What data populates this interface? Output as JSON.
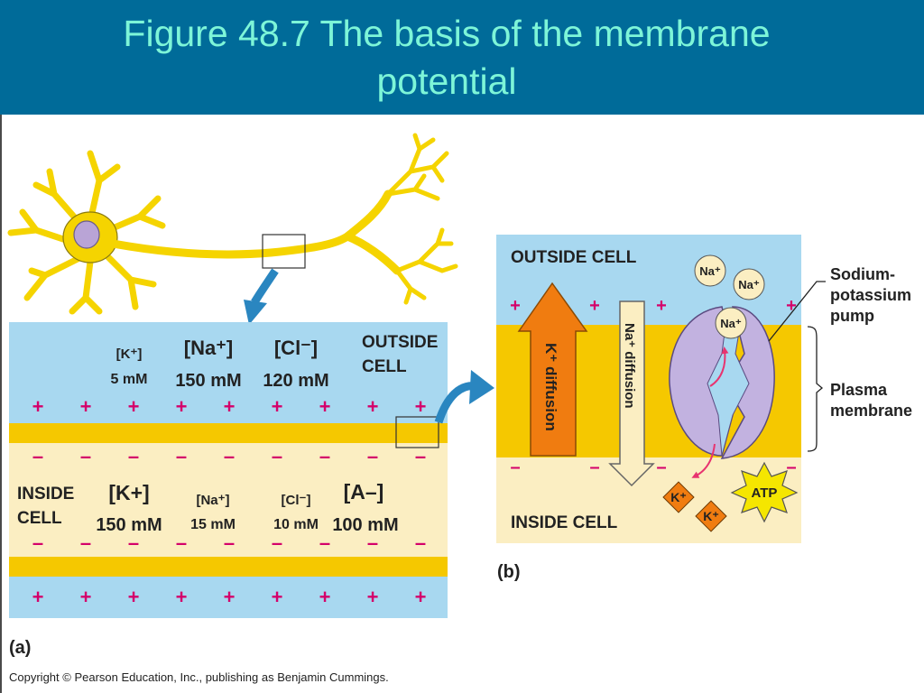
{
  "title": {
    "line1": "Figure 48.7  The basis of the membrane",
    "line2": "potential"
  },
  "panel_a": {
    "outside": {
      "k_label": "[K⁺]",
      "k_conc": "5 mM",
      "na_label": "[Na⁺]",
      "na_conc": "150 mM",
      "cl_label": "[Cl⁻]",
      "cl_conc": "120 mM",
      "region_line1": "OUTSIDE",
      "region_line2": "CELL"
    },
    "inside": {
      "region_line1": "INSIDE",
      "region_line2": "CELL",
      "k_label": "[K+]",
      "k_conc": "150 mM",
      "na_label": "[Na⁺]",
      "na_conc": "15 mM",
      "cl_label": "[Cl⁻]",
      "cl_conc": "10 mM",
      "a_label": "[A–]",
      "a_conc": "100 mM"
    },
    "plus_sign": "+",
    "minus_sign": "–",
    "panel_label": "(a)"
  },
  "panel_b": {
    "outside_label": "OUTSIDE CELL",
    "inside_label": "INSIDE CELL",
    "k_diffusion": "K⁺ diffusion",
    "na_diffusion": "Na⁺ diffusion",
    "na_ion": "Na⁺",
    "k_ion": "K⁺",
    "atp": "ATP",
    "pump_label": [
      "Sodium-",
      "potassium",
      "pump"
    ],
    "membrane_label": [
      "Plasma",
      "membrane"
    ],
    "panel_label": "(b)"
  },
  "copyright": "Copyright © Pearson Education, Inc., publishing as Benjamin Cummings.",
  "colors": {
    "title_bg": "#006b99",
    "title_text": "#7df5d8",
    "outside_fluid": "#a8d8f0",
    "inside_fluid": "#fbeec2",
    "membrane": "#f5c800",
    "charge": "#d4006a",
    "k_arrow": "#f07c10",
    "neuron": "#f5d400",
    "pump": "#c2b2e0"
  }
}
